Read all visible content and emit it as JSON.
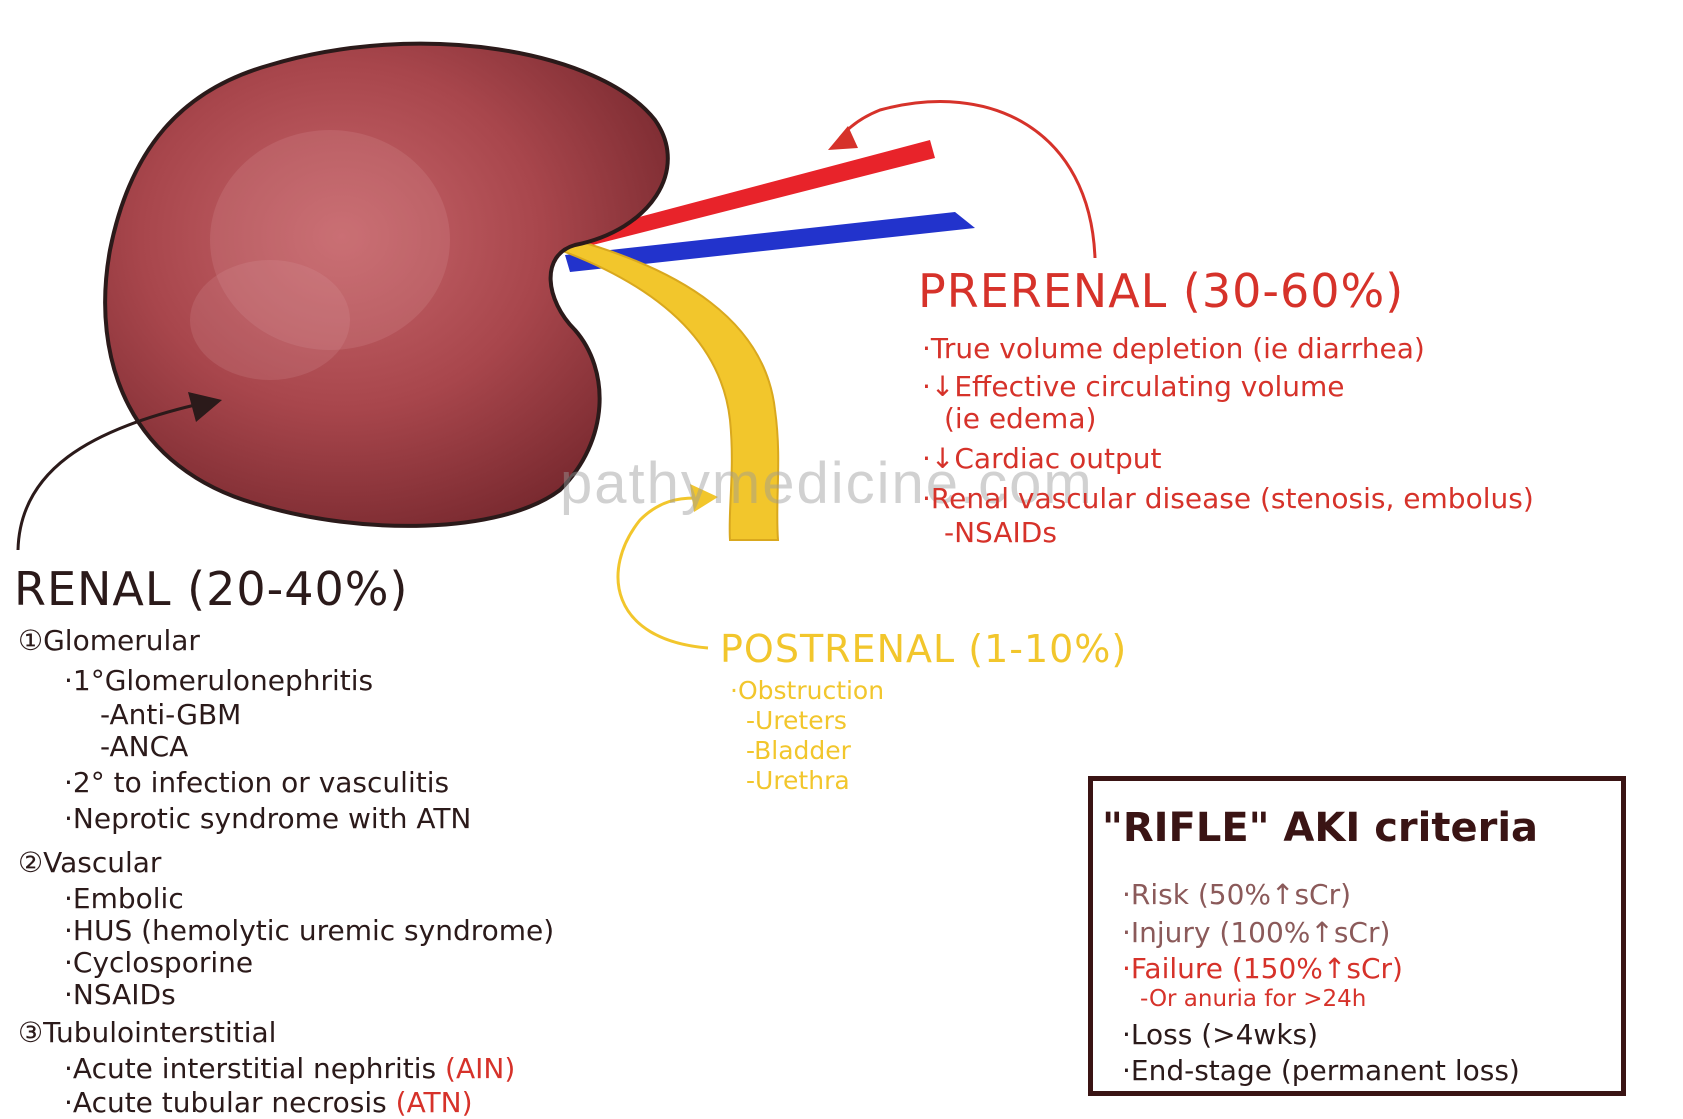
{
  "watermark": "pathymedicine.com",
  "renal": {
    "heading": "RENAL (20-40%)",
    "lines": [
      {
        "text": "①Glomerular"
      },
      {
        "text": "·1°Glomerulonephritis"
      },
      {
        "text": "-Anti-GBM"
      },
      {
        "text": "-ANCA"
      },
      {
        "text": "·2° to infection or vasculitis"
      },
      {
        "text": "·Neprotic syndrome with ATN"
      },
      {
        "text": "②Vascular"
      },
      {
        "text": "·Embolic"
      },
      {
        "text": "·HUS (hemolytic uremic syndrome)"
      },
      {
        "text": "·Cyclosporine"
      },
      {
        "text": "·NSAIDs"
      },
      {
        "text": "③Tubulointerstitial"
      },
      {
        "text": "·Acute interstitial nephritis ",
        "tag": "(AIN)"
      },
      {
        "text": "·Acute tubular necrosis ",
        "tag": "(ATN)"
      }
    ]
  },
  "prerenal": {
    "heading": "PRERENAL (30-60%)",
    "lines": [
      "·True volume depletion (ie diarrhea)",
      "·↓Effective circulating volume",
      "(ie edema)",
      "·↓Cardiac output",
      "·Renal vascular disease (stenosis, embolus)",
      "-NSAIDs"
    ]
  },
  "postrenal": {
    "heading": "POSTRENAL (1-10%)",
    "lines": [
      "·Obstruction",
      "-Ureters",
      "-Bladder",
      "-Urethra"
    ]
  },
  "rifle": {
    "title": "\"RIFLE\" AKI criteria",
    "lines": [
      "·Risk (50%↑sCr)",
      "·Injury (100%↑sCr)",
      "·Failure (150%↑sCr)",
      "-Or anuria for >24h",
      "·Loss (>4wks)",
      "·End-stage (permanent loss)"
    ]
  },
  "colors": {
    "kidney": "#9b3b40",
    "artery": "#e8232a",
    "vein": "#2233cc",
    "ureter": "#f2c62c",
    "prerenal": "#d6322a",
    "postrenal": "#f2c62c",
    "outline": "#2b1a1a"
  }
}
